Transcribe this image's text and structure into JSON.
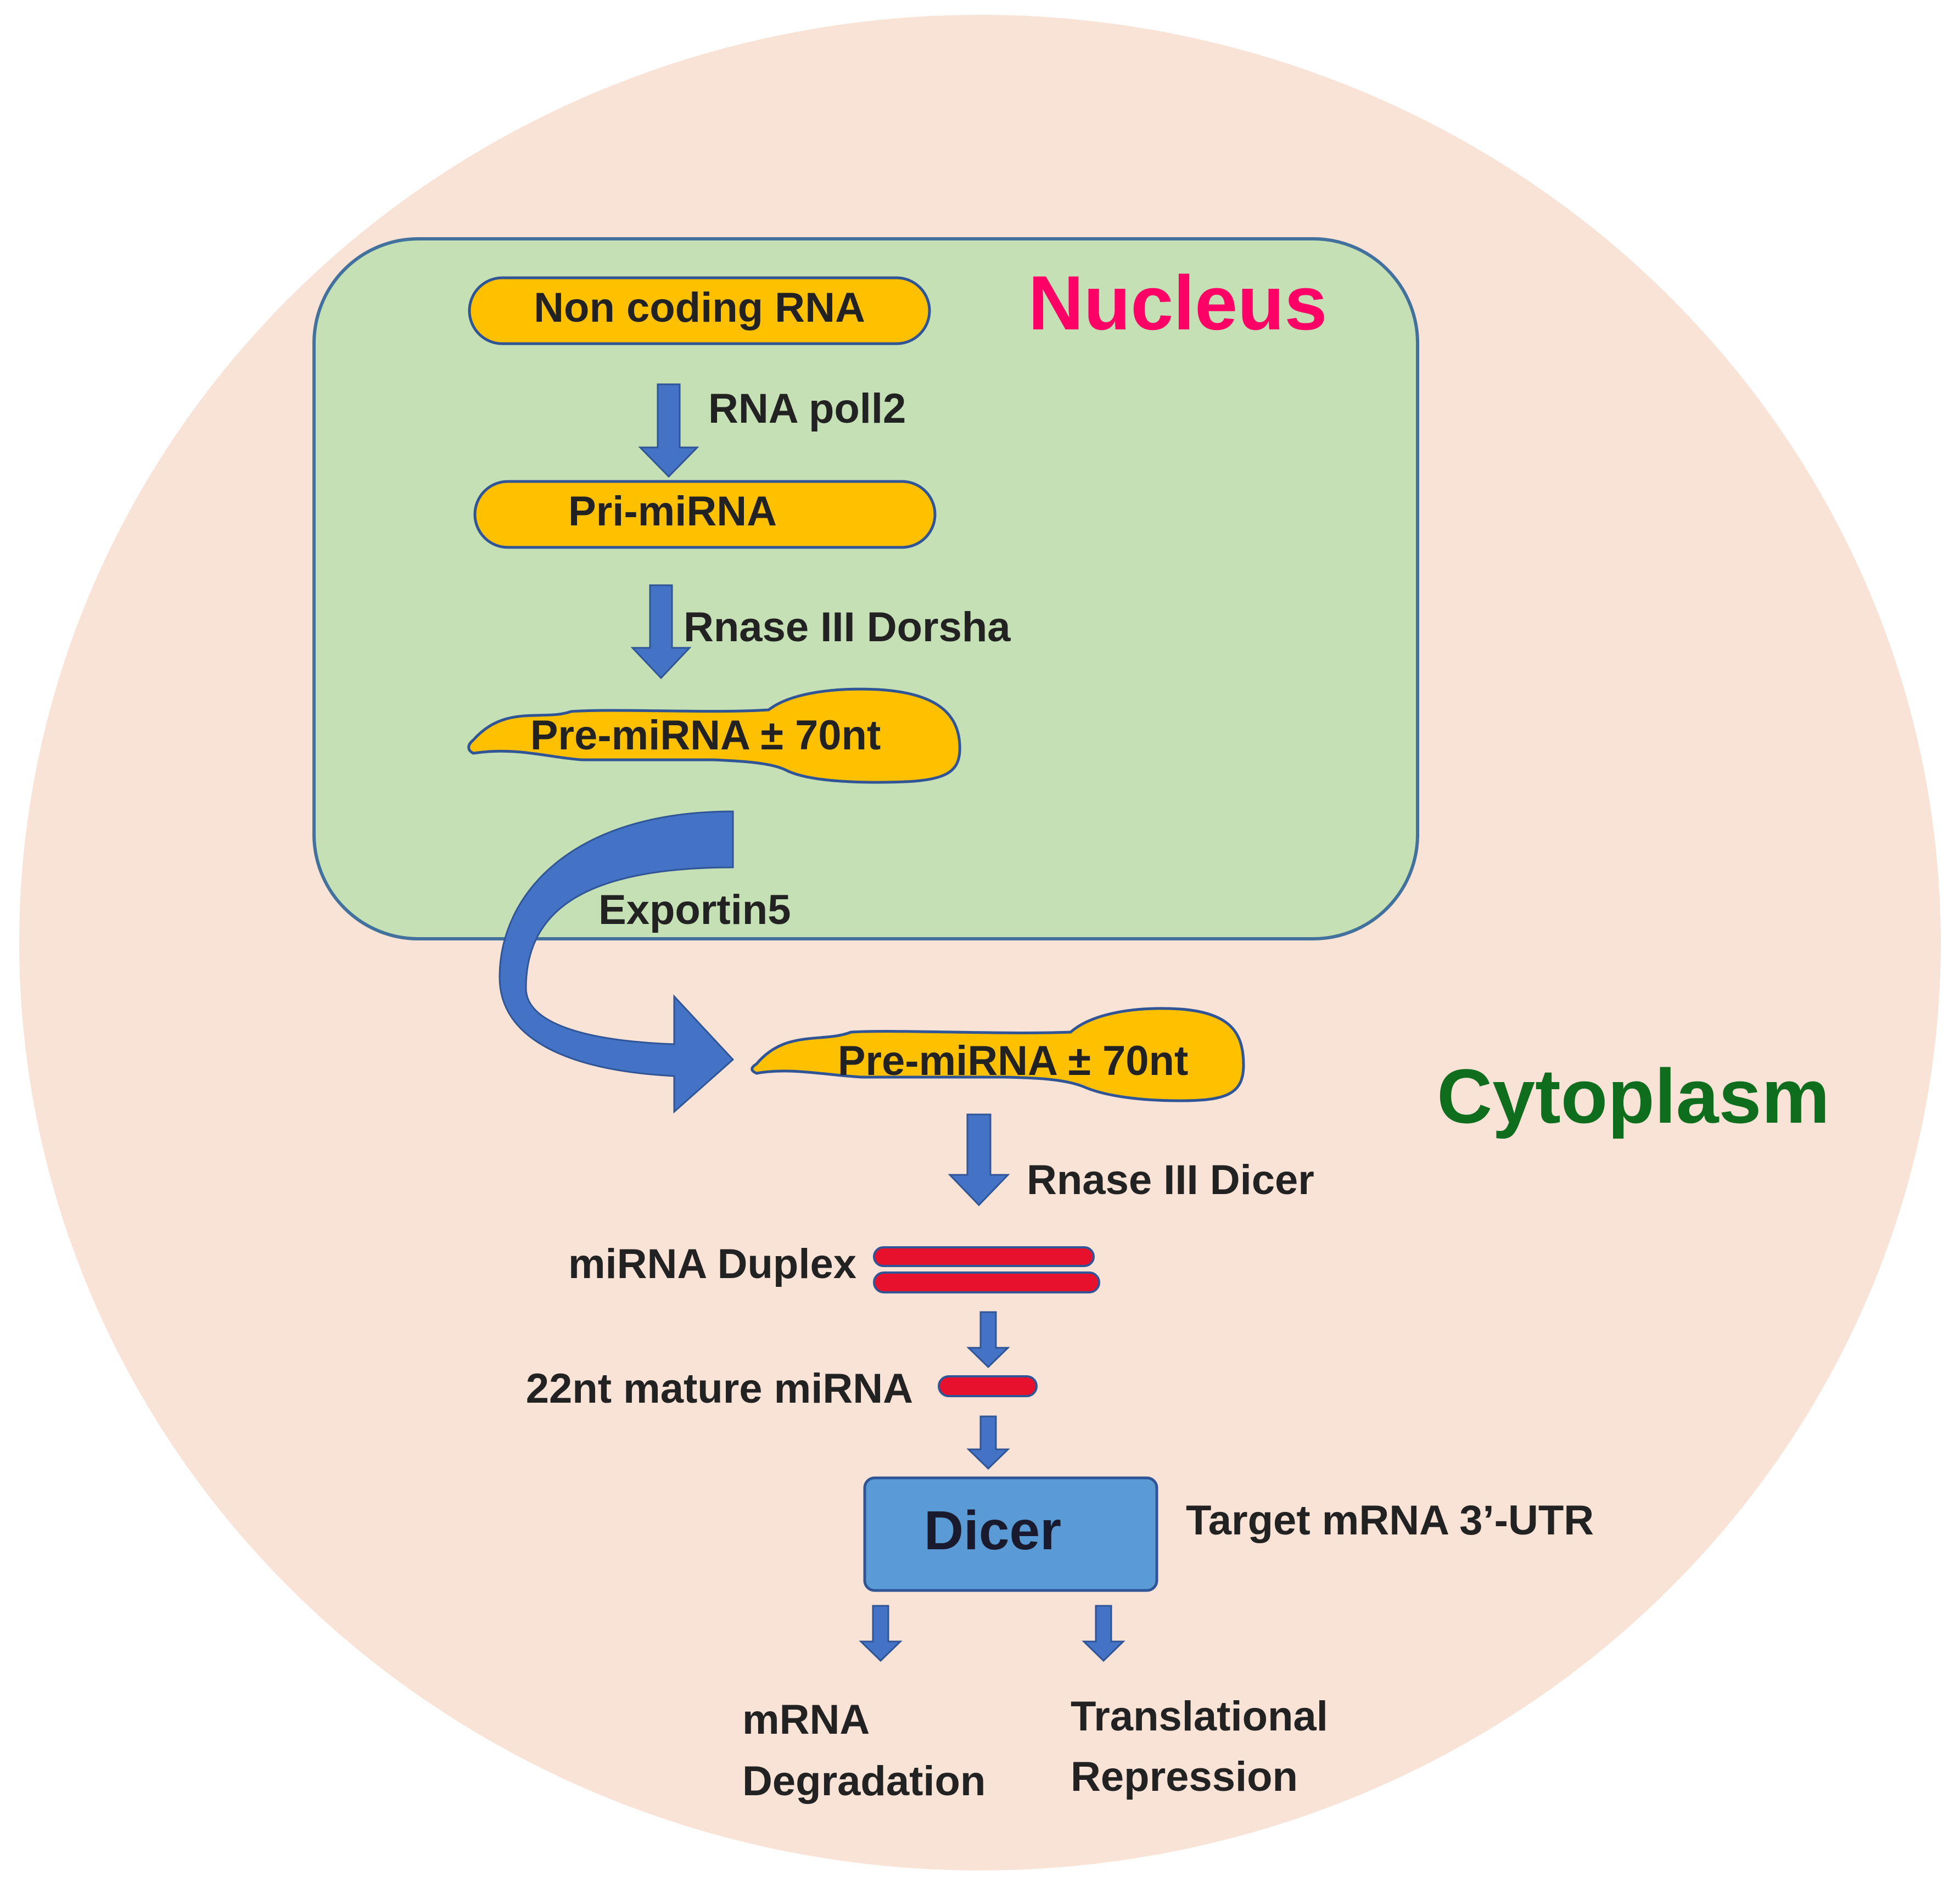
{
  "colors": {
    "cell_fill": "#f9e2d6",
    "nucleus_fill": "#c5e0b4",
    "nucleus_stroke": "#41719c",
    "molecule_fill": "#ffc000",
    "molecule_stroke": "#2f5597",
    "arrow_fill": "#4472c4",
    "duplex_fill": "#e8112d",
    "dicer_fill": "#5b9bd5",
    "nucleus_label": "#ff0066",
    "cytoplasm_label": "#0e6e1e",
    "text": "#222222"
  },
  "compartments": {
    "nucleus": "Nucleus",
    "cytoplasm": "Cytoplasm"
  },
  "molecules": {
    "non_coding_rna": "Non coding RNA",
    "pri_mirna": "Pri-miRNA",
    "pre_mirna_nuclear": "Pre-miRNA ± 70nt",
    "pre_mirna_cytoplasmic": "Pre-miRNA ± 70nt",
    "mirna_duplex": "miRNA Duplex",
    "mature_mirna": "22nt mature miRNA",
    "dicer_box": "Dicer"
  },
  "steps": {
    "rna_pol2": "RNA poll2",
    "drosha": "Rnase III Dorsha",
    "exportin": "Exportin5",
    "dicer_cleavage": "Rnase III Dicer",
    "target": "Target mRNA 3’-UTR"
  },
  "outcomes": {
    "degradation_line1": "mRNA",
    "degradation_line2": "Degradation",
    "repression_line1": "Translational",
    "repression_line2": "Repression"
  }
}
